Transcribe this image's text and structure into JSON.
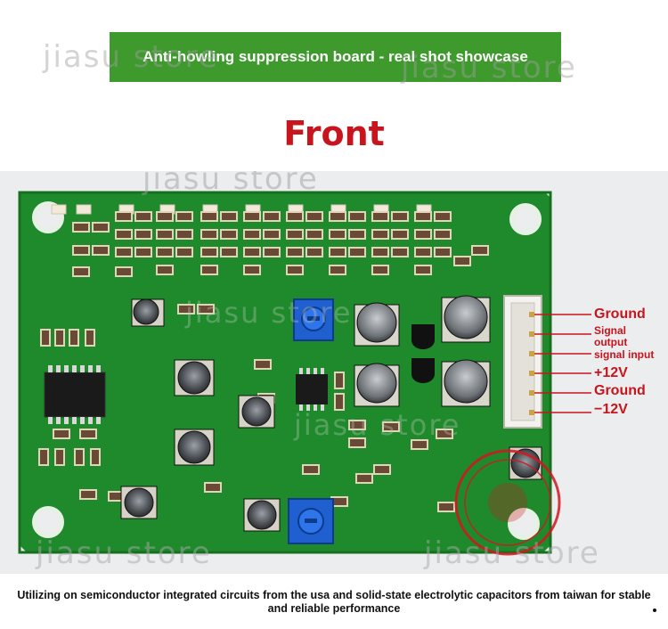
{
  "banner": {
    "title": "Anti-howling suppression board - real shot showcase"
  },
  "watermark": {
    "text": "jiasu  store"
  },
  "heading": {
    "front": "Front"
  },
  "pins": {
    "ground_1": "Ground",
    "signal_output": "Signal\noutput",
    "signal_input": "signal input",
    "plus_12v": "+12V",
    "ground_2": "Ground",
    "minus_12v": "−12V"
  },
  "caption": {
    "text": "Utilizing on semiconductor integrated circuits from the usa and solid-state electrolytic capacitors from taiwan for stable and reliable performance"
  },
  "colors": {
    "banner_green": "#3f9a2e",
    "pcb_green": "#1f8a2c",
    "accent_red": "#c8141c"
  }
}
